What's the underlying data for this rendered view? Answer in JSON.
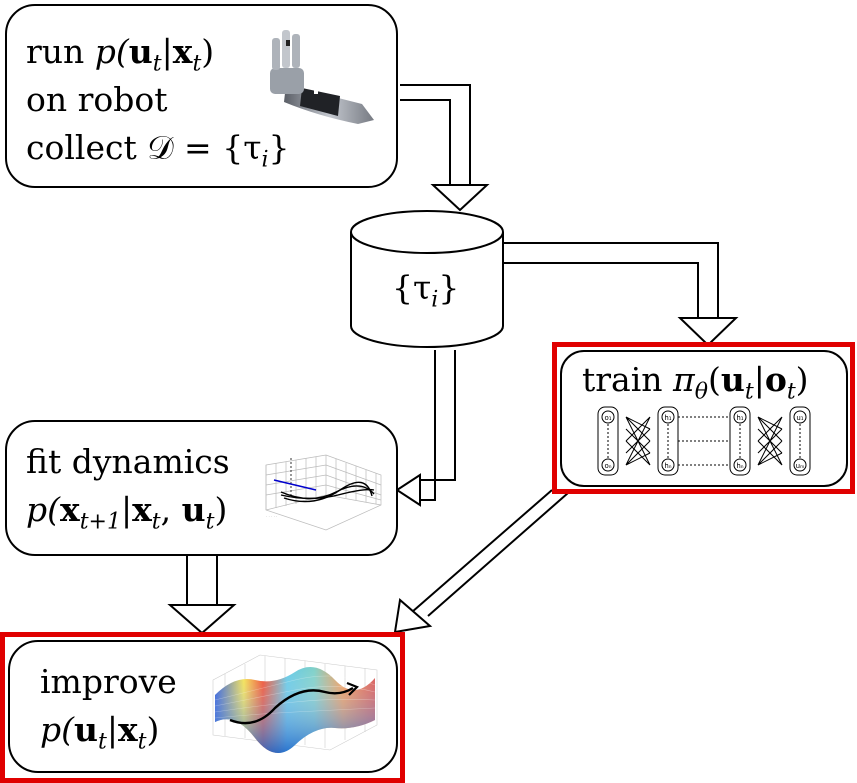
{
  "run_box": {
    "line1_prefix": "run ",
    "line2": "on robot",
    "line3_prefix": "collect ",
    "line3_math": "𝒟 = {τ",
    "line3_sub": "i",
    "line3_close": "}"
  },
  "policy_expr": {
    "p": "p(",
    "u": "u",
    "t1": "t",
    "bar": "|",
    "x": "x",
    "t2": "t",
    "close": ")"
  },
  "dataset": {
    "label_open": "{τ",
    "label_sub": "i",
    "label_close": "}"
  },
  "train_box": {
    "prefix": "train ",
    "pi": "π",
    "theta": "θ",
    "open": "(",
    "u": "u",
    "t1": "t",
    "bar": "|",
    "o": "o",
    "t2": "t",
    "close": ")"
  },
  "fit_box": {
    "line1": "fit dynamics",
    "p": "p(",
    "x1": "x",
    "sub1": "t+1",
    "bar": "|",
    "x2": "x",
    "sub2": "t",
    "comma": ", ",
    "u": "u",
    "sub3": "t",
    "close": ")"
  },
  "improve_box": {
    "line1": "improve"
  },
  "network": {
    "node_o1": "o₁",
    "node_on": "oₙ",
    "node_h1": "h₁",
    "node_hn": "hₙ",
    "node_u1": "u₁",
    "node_um": "uₘ"
  },
  "colors": {
    "highlight": "#e00000",
    "stroke": "#000000"
  },
  "icons": [
    "robot-arm-image",
    "neural-network-icon",
    "dynamics-plot-icon",
    "cost-surface-icon"
  ]
}
